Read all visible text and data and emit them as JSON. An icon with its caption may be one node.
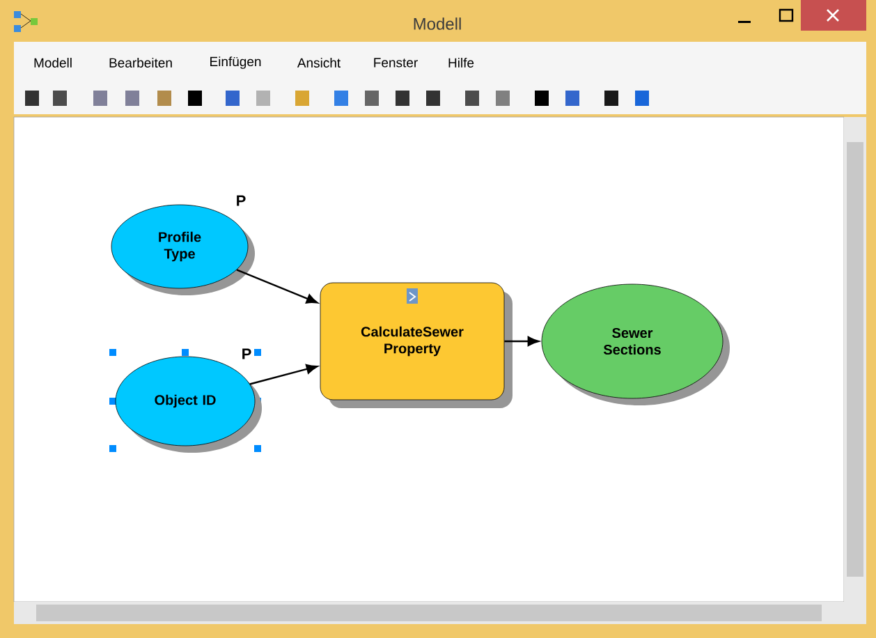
{
  "diagram": {
    "title": "Modell",
    "nodes": [
      {
        "text": [
          "Profile Type"
        ],
        "beside": [
          "P"
        ]
      },
      {
        "text": [
          "Object ID"
        ],
        "beside": [
          "P"
        ]
      },
      {
        "text": [
          "CalculateSewer Property"
        ]
      },
      {
        "text": [
          "Sewer Sections"
        ]
      }
    ],
    "edges": [
      {
        "from": 0,
        "to": 2,
        "arrow": "to"
      },
      {
        "from": 1,
        "to": 2,
        "arrow": "to"
      },
      {
        "from": 2,
        "to": 3,
        "arrow": "to"
      }
    ],
    "labels": [
      "Modell",
      "Bearbeiten",
      "Einfügen",
      "Ansicht",
      "Fenster",
      "Hilfe"
    ]
  }
}
